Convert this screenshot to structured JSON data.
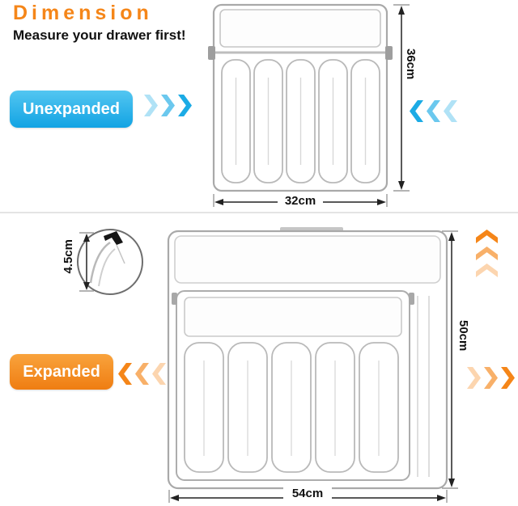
{
  "header": {
    "title": "Dimension",
    "subtitle": "Measure your drawer first!"
  },
  "colors": {
    "accent_orange": "#F58619",
    "accent_cyan": "#1CABE5",
    "dimension_text": "#111111",
    "diagram_line": "#A8A8A8"
  },
  "unexpanded": {
    "label": "Unexpanded",
    "height_label": "36cm",
    "width_label": "32cm"
  },
  "expanded": {
    "label": "Expanded",
    "height_label": "50cm",
    "width_label": "54cm",
    "edge_height_label": "4.5cm"
  }
}
